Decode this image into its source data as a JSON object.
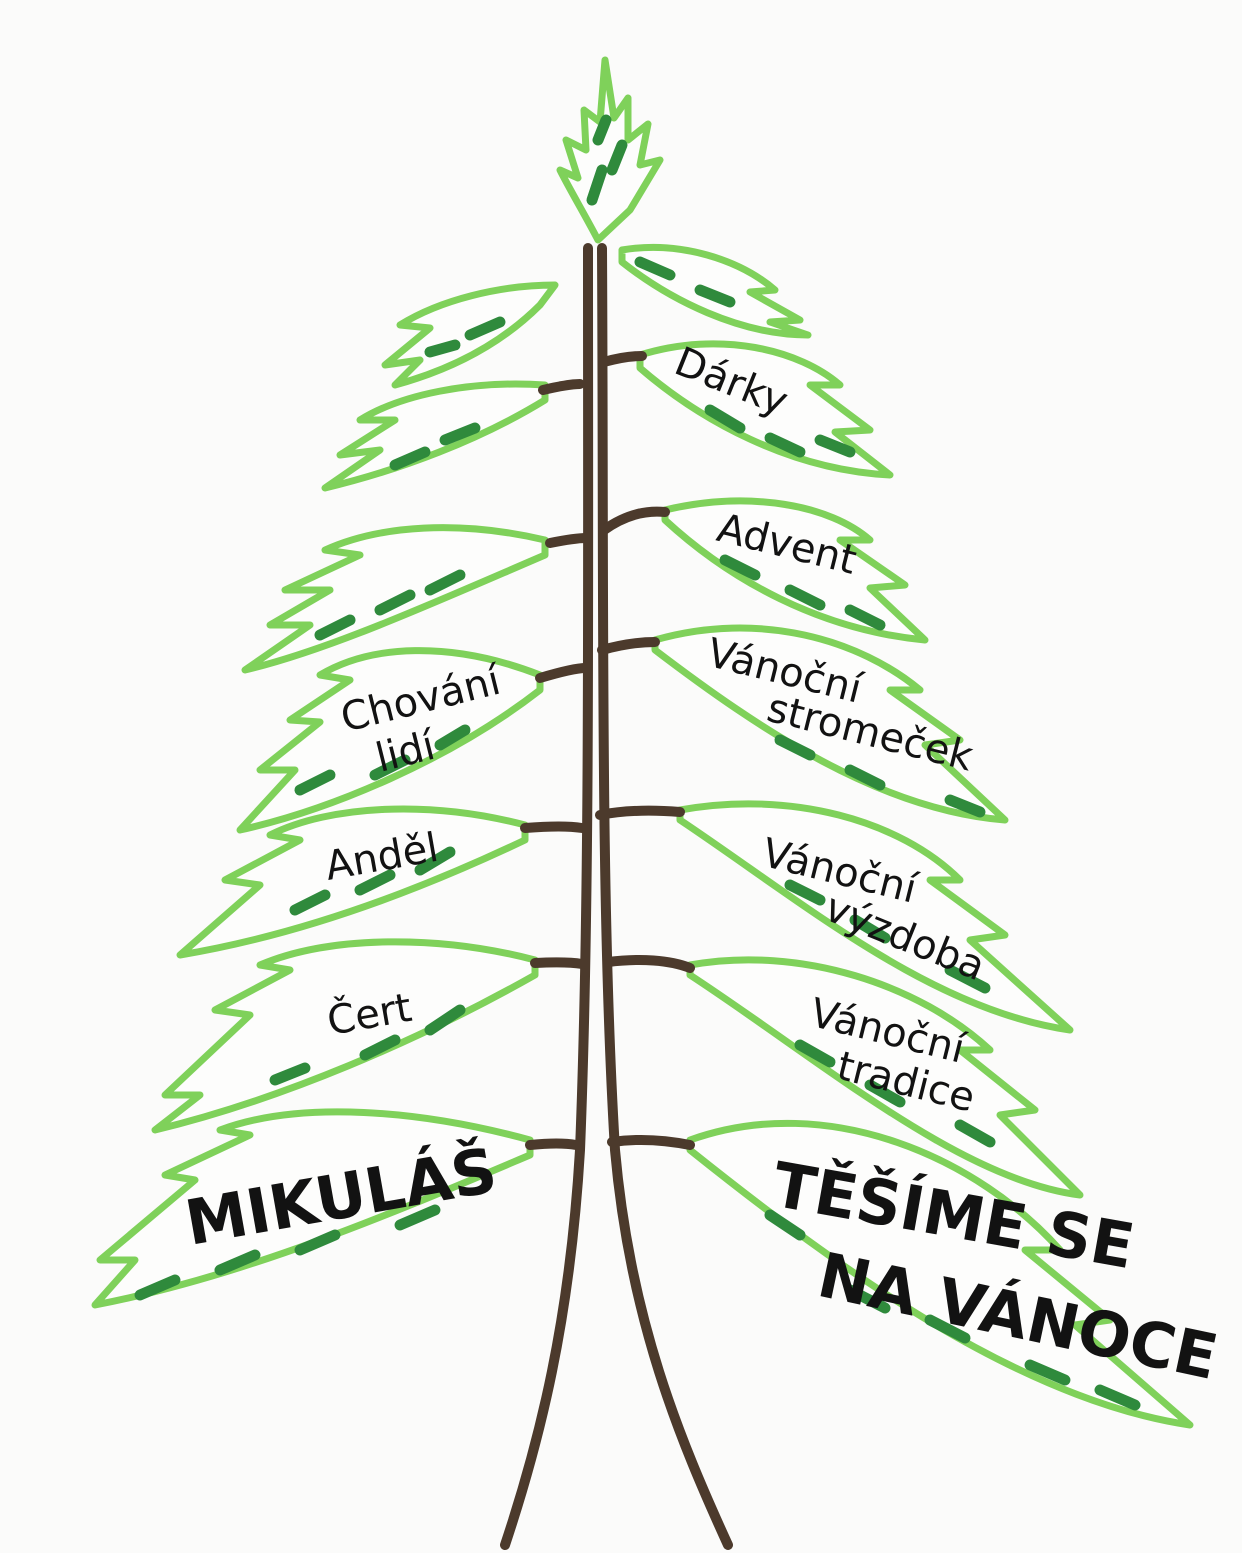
{
  "colors": {
    "branch_outline": "#7fd15a",
    "needle_dark": "#2f8a3c",
    "trunk": "#4c3a2c",
    "text": "#121212",
    "paper": "#fbfbfa"
  },
  "labels": {
    "left": {
      "chovani_line1": "Chování",
      "chovani_line2": "lidí",
      "andel": "Anděl",
      "cert": "Čert",
      "mikulas": "MIKULÁŠ"
    },
    "right": {
      "darky": "Dárky",
      "advent": "Advent",
      "stromecek_line1": "Vánoční",
      "stromecek_line2": "stromeček",
      "vyzdoba_line1": "Vánoční",
      "vyzdoba_line2": "výzdoba",
      "tradice_line1": "Vánoční",
      "tradice_line2": "tradice",
      "tesime_line1": "TĚŠÍME SE",
      "tesime_line2": "NA VÁNOCE"
    }
  }
}
